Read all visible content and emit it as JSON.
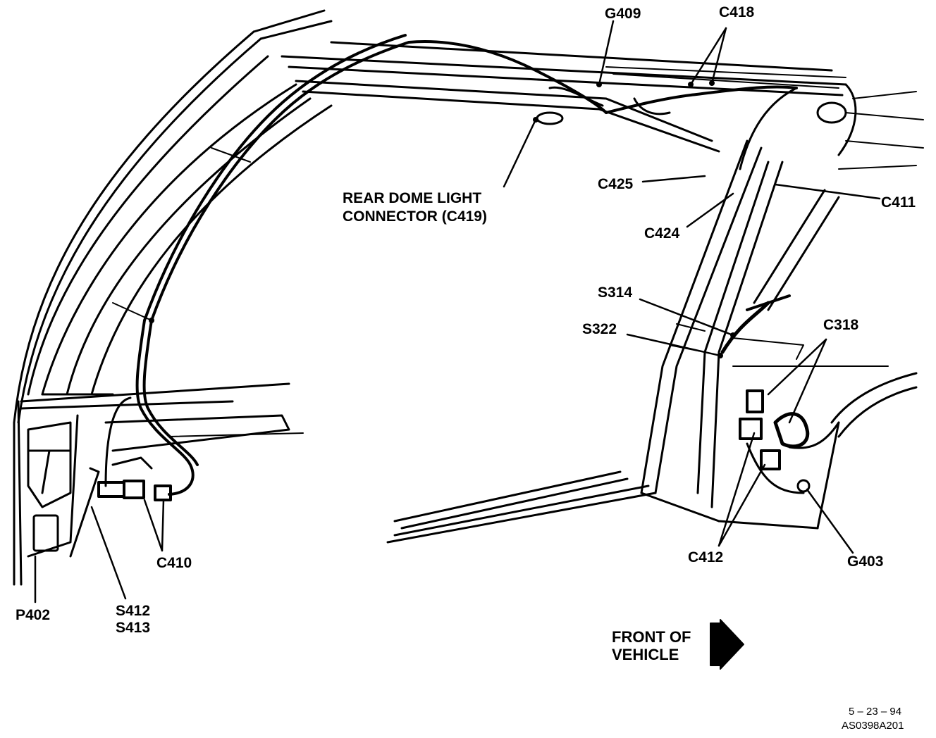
{
  "diagram": {
    "callouts": {
      "g409": "G409",
      "c418": "C418",
      "rear_dome_line1": "REAR DOME LIGHT",
      "rear_dome_line2": "CONNECTOR (C419)",
      "c425": "C425",
      "c411": "C411",
      "c424": "C424",
      "s314": "S314",
      "s322": "S322",
      "c318": "C318",
      "c410": "C410",
      "p402": "P402",
      "s412": "S412",
      "s413": "S413",
      "c412": "C412",
      "g403": "G403",
      "front_line1": "FRONT OF",
      "front_line2": "VEHICLE"
    },
    "footer": {
      "date": "5 – 23 – 94",
      "code": "AS0398A201"
    },
    "colors": {
      "ink": "#000000",
      "paper": "#ffffff"
    }
  }
}
